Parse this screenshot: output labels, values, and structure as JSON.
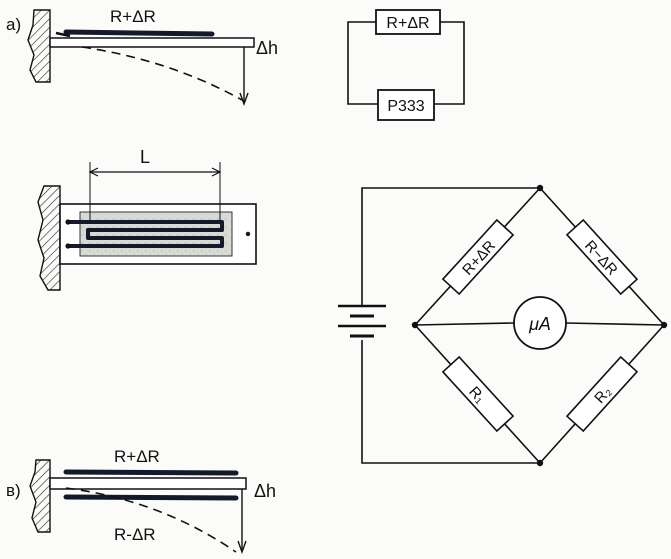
{
  "fig_a": {
    "letter": "а)",
    "gauge_label": "R+ΔR",
    "deflection_label": "Δh"
  },
  "series_circuit": {
    "resistor_label": "R+ΔR",
    "meter_label": "P333"
  },
  "gauge_detail": {
    "length_label": "L"
  },
  "bridge": {
    "arm_top_left": "R+ΔR",
    "arm_top_right": "R−ΔR",
    "arm_bottom_left": "R₁",
    "arm_bottom_right": "R₂",
    "meter_label": "μA"
  },
  "fig_b": {
    "letter": "в)",
    "top_gauge_label": "R+ΔR",
    "bottom_gauge_label": "R-ΔR",
    "deflection_label": "Δh"
  }
}
